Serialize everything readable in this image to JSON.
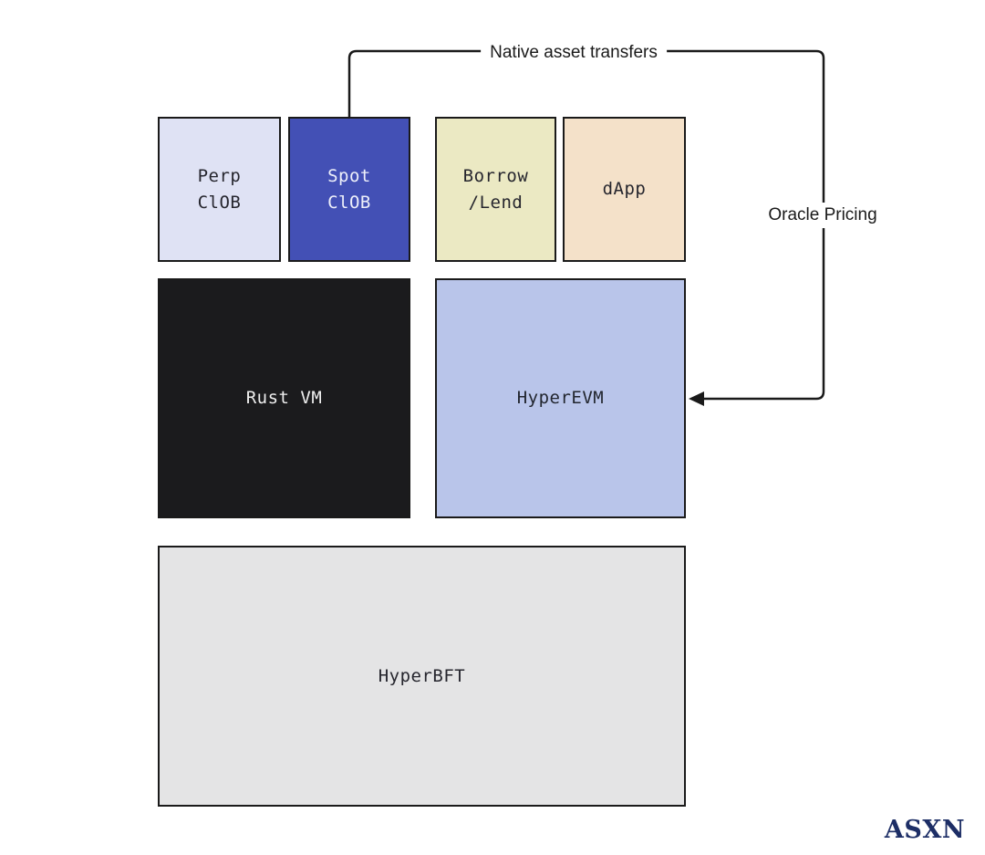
{
  "diagram": {
    "annotations": {
      "native_asset_transfers": "Native asset transfers",
      "oracle_pricing": "Oracle Pricing"
    },
    "boxes": {
      "perp_clob": {
        "label": "Perp\nClOB",
        "bg": "#dfe2f4",
        "text_color": "#26262e"
      },
      "spot_clob": {
        "label": "Spot\nClOB",
        "bg": "#4350b5",
        "text_color": "#eef0fa"
      },
      "borrow_lend": {
        "label": "Borrow\n/Lend",
        "bg": "#ebe9c3",
        "text_color": "#26262e"
      },
      "dapp": {
        "label": "dApp",
        "bg": "#f4e1c9",
        "text_color": "#26262e"
      },
      "rust_vm": {
        "label": "Rust VM",
        "bg": "#1b1b1d",
        "text_color": "#efefef"
      },
      "hyperevm": {
        "label": "HyperEVM",
        "bg": "#b9c5ea",
        "text_color": "#22262f"
      },
      "hyperbft": {
        "label": "HyperBFT",
        "bg": "#e4e4e5",
        "text_color": "#26262e"
      }
    },
    "brand": "ASXN",
    "colors": {
      "background": "#ffffff",
      "line": "#1a1a1a",
      "border": "#1a1a1a",
      "brand": "#1d2e66"
    }
  }
}
